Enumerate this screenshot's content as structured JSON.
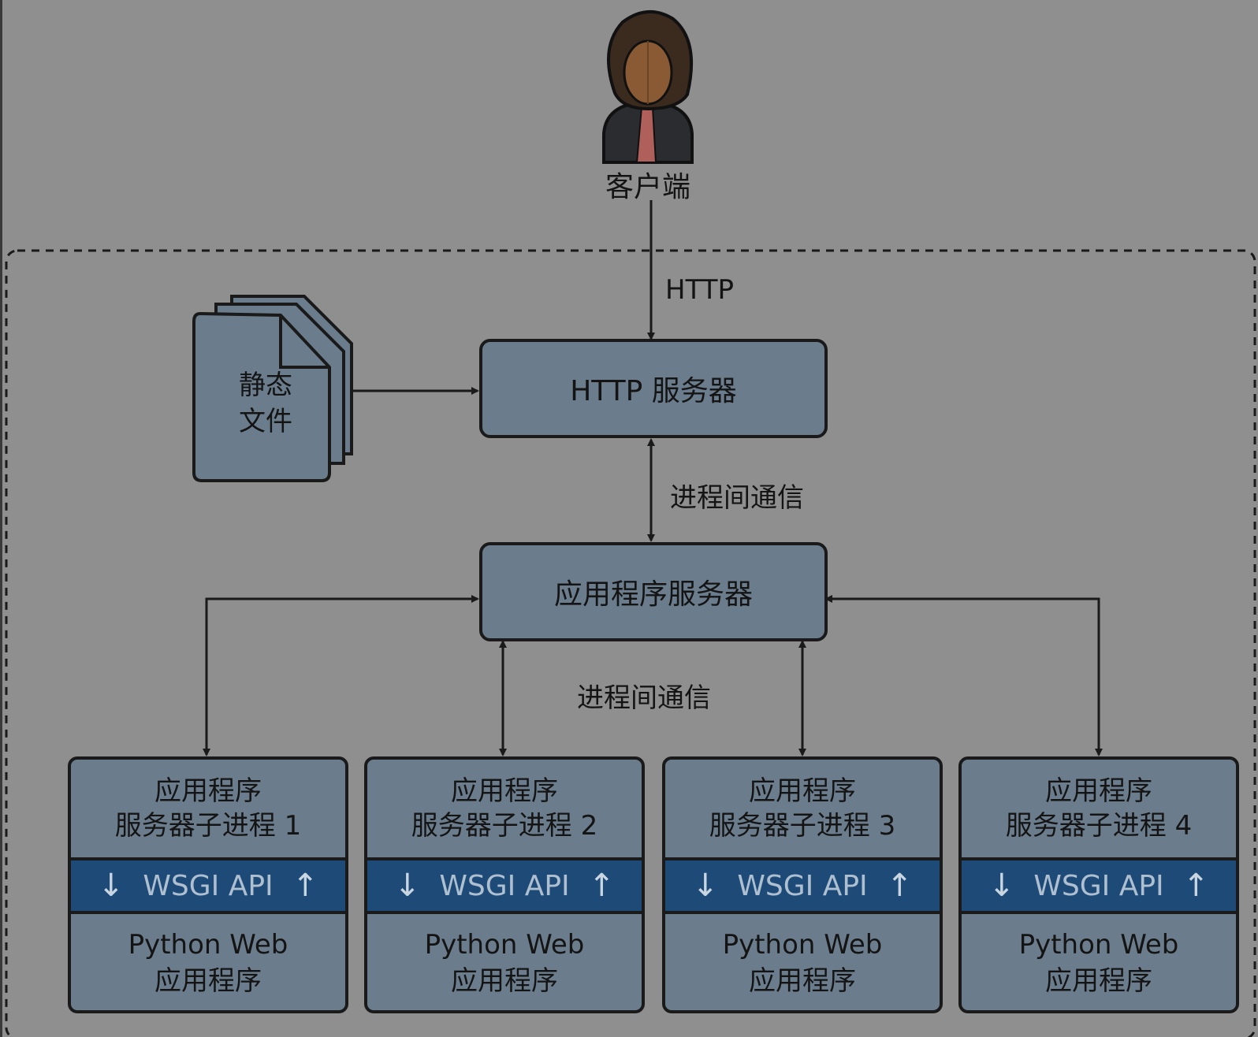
{
  "client": {
    "label": "客户端"
  },
  "protocol_label": "HTTP",
  "static_files": {
    "line1": "静态",
    "line2": "文件"
  },
  "http_server": {
    "label": "HTTP 服务器"
  },
  "ipc_label_top": "进程间通信",
  "app_server": {
    "label": "应用程序服务器"
  },
  "ipc_label_bottom": "进程间通信",
  "subprocesses": [
    {
      "line1": "应用程序",
      "line2": "服务器子进程 1",
      "api": "WSGI API",
      "app1": "Python Web",
      "app2": "应用程序"
    },
    {
      "line1": "应用程序",
      "line2": "服务器子进程 2",
      "api": "WSGI API",
      "app1": "Python Web",
      "app2": "应用程序"
    },
    {
      "line1": "应用程序",
      "line2": "服务器子进程 3",
      "api": "WSGI API",
      "app1": "Python Web",
      "app2": "应用程序"
    },
    {
      "line1": "应用程序",
      "line2": "服务器子进程 4",
      "api": "WSGI API",
      "app1": "Python Web",
      "app2": "应用程序"
    }
  ],
  "colors": {
    "background": "#8f8f8f",
    "box_fill": "#6b7d8c",
    "api_band": "#1e4a78",
    "stroke": "#1a1a1a"
  },
  "icons": {
    "client": "person-icon",
    "static": "documents-icon",
    "api_down": "arrow-down-icon",
    "api_up": "arrow-up-icon"
  }
}
